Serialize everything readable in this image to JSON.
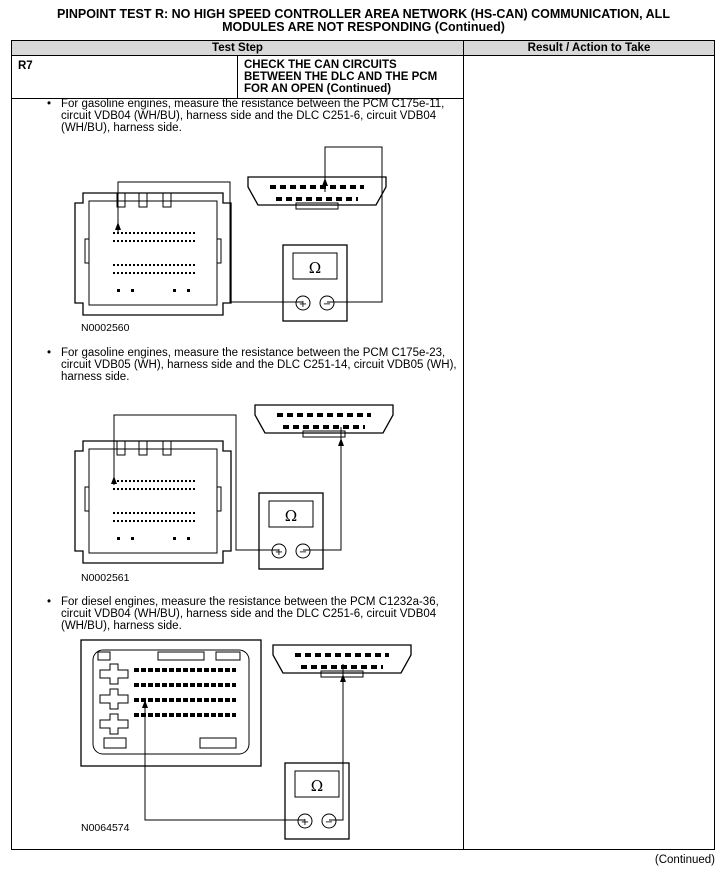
{
  "title": {
    "line1": "PINPOINT TEST R: NO HIGH SPEED CONTROLLER AREA NETWORK (HS-CAN) COMMUNICATION, ALL",
    "line2": "MODULES ARE NOT RESPONDING (Continued)"
  },
  "table": {
    "col_test_step": "Test Step",
    "col_result": "Result / Action to Take",
    "step_id": "R7",
    "step_heading": "CHECK THE CAN CIRCUITS BETWEEN THE DLC AND THE PCM FOR AN OPEN (Continued)"
  },
  "bullets": [
    "For gasoline engines, measure the resistance between the PCM C175e-11, circuit VDB04 (WH/BU), harness side and the DLC C251-6, circuit VDB04 (WH/BU), harness side.",
    "For gasoline engines, measure the resistance between the PCM C175e-23, circuit VDB05 (WH), harness side and the DLC C251-14, circuit VDB05 (WH), harness side.",
    "For diesel engines, measure the resistance between the PCM C1232a-36, circuit VDB04 (WH/BU), harness side and the DLC C251-6, circuit VDB04 (WH/BU), harness side."
  ],
  "figures": [
    "N0002560",
    "N0002561",
    "N0064574"
  ],
  "meter": {
    "symbol": "Ω",
    "plus": "+",
    "minus": "−"
  },
  "footer": "(Continued)"
}
